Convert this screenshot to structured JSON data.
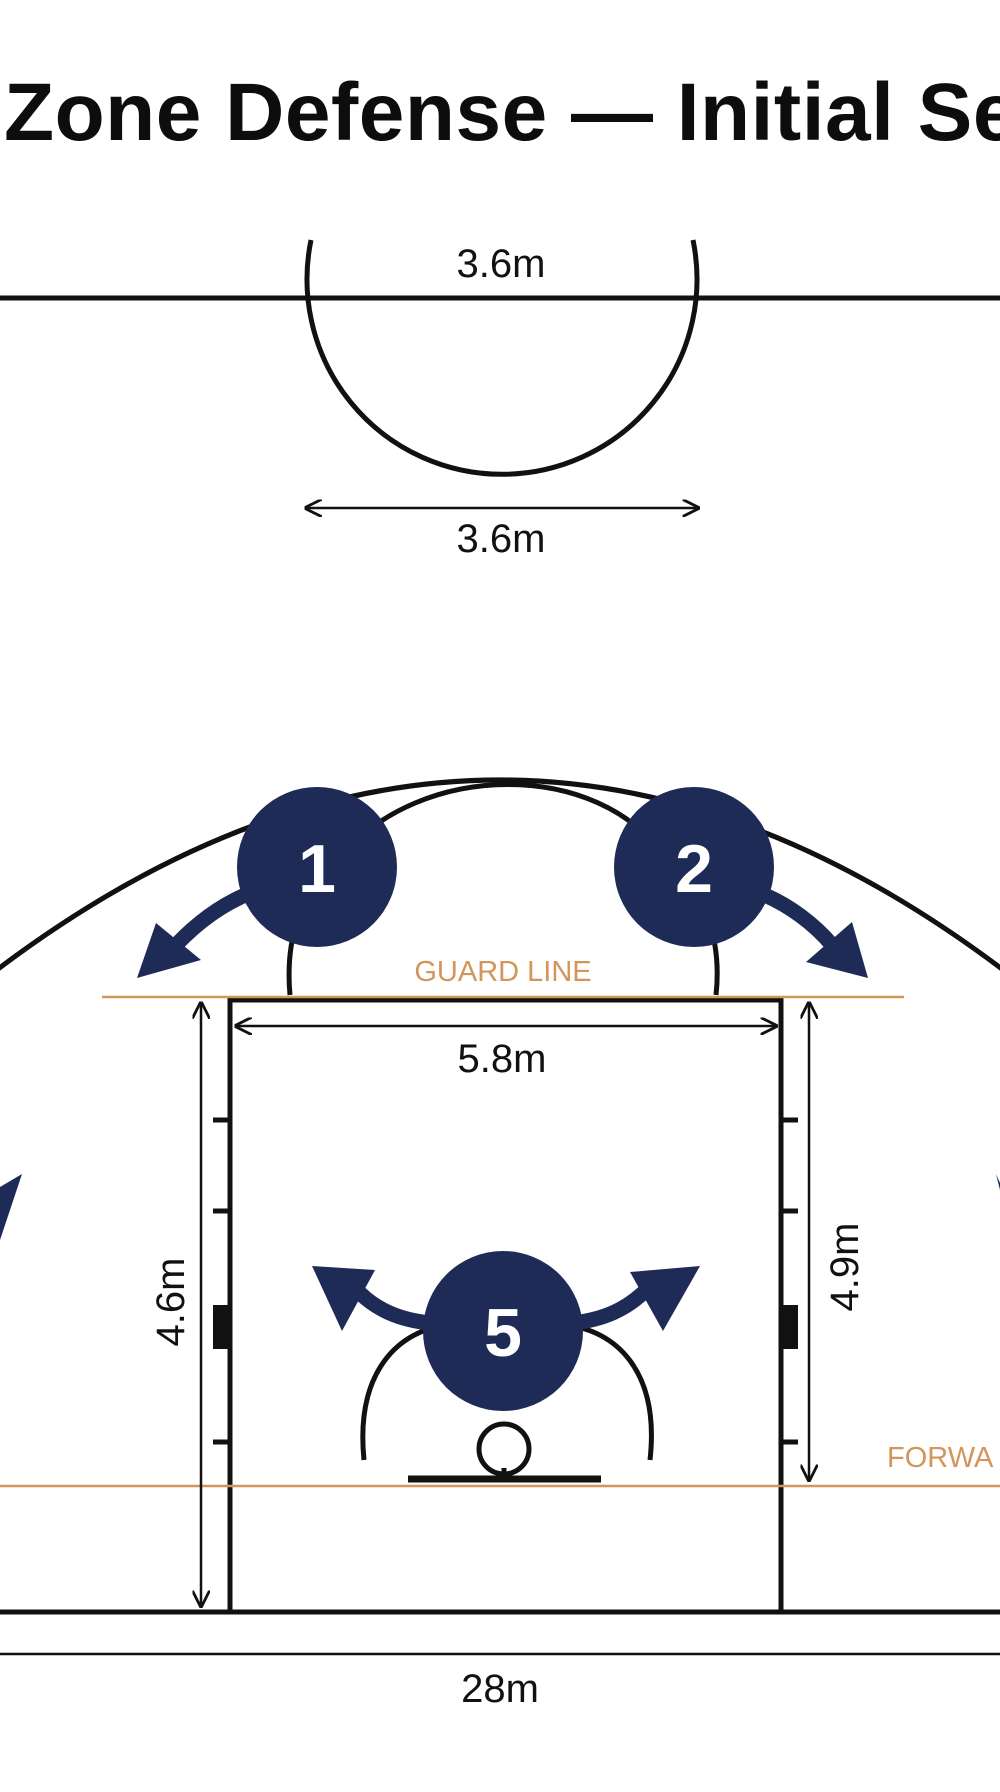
{
  "title": "Zone Defense — Initial Se",
  "dimensions": {
    "circle_width_top": "3.6m",
    "circle_width_bottom": "3.6m",
    "lane_width": "5.8m",
    "lane_length_left": "4.6m",
    "lane_length_right": "4.9m",
    "court_width": "28m"
  },
  "zone_lines": {
    "guard": "GUARD LINE",
    "forward": "FORWA"
  },
  "players": [
    {
      "number": "1"
    },
    {
      "number": "2"
    },
    {
      "number": "5"
    }
  ],
  "colors": {
    "player_fill": "#1e2b57",
    "zone_line": "#d4955a",
    "court_line": "#111111",
    "background": "#ffffff"
  }
}
